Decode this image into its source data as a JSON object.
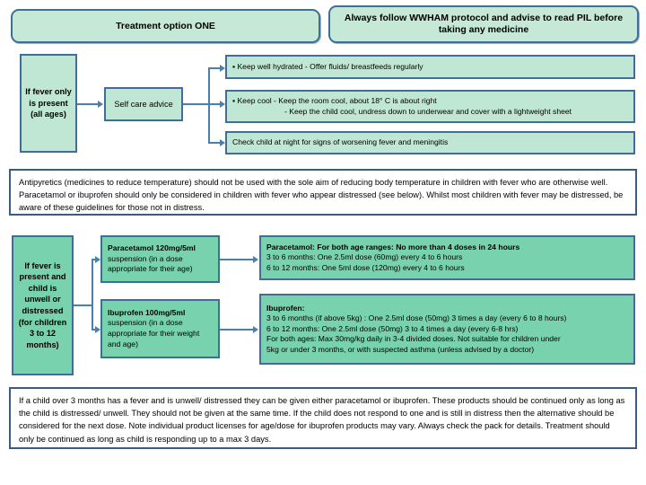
{
  "header": {
    "treatment_option": "Treatment option ONE",
    "wwham_notice": "Always follow WWHAM protocol and advise to read PIL before taking any medicine"
  },
  "flow_top": {
    "condition": "If fever only is present (all ages)",
    "action": "Self care advice",
    "advice": [
      {
        "bullet": "▪",
        "line1": "Keep well hydrated - Offer fluids/ breastfeeds regularly",
        "line2": ""
      },
      {
        "bullet": "▪",
        "line1": "Keep cool - Keep the room cool, about 18° C is about right",
        "line2": "- Keep the child cool, undress down to underwear and cover with a lightweight sheet"
      },
      {
        "bullet": "",
        "line1": "Check child at night for signs of worsening fever and meningitis",
        "line2": ""
      }
    ]
  },
  "antipyretics_note": "Antipyretics (medicines to reduce temperature) should not be used with the sole aim of reducing body temperature in children with fever who are otherwise well.  Paracetamol or ibuprofen should only be considered in children with fever who appear distressed (see below). Whilst most children with fever may be distressed, be aware of these guidelines for those not in distress.",
  "flow_bottom": {
    "condition": "If fever is present and child is unwell or distressed (for children 3 to 12 months)",
    "medicines": [
      {
        "name": "Paracetamol",
        "strength": "120mg/5ml",
        "detail": "suspension (in a dose appropriate for their age)"
      },
      {
        "name": "Ibuprofen",
        "strength": "100mg/5ml",
        "detail": "suspension (in a dose appropriate for their weight and age)"
      }
    ],
    "dosing": [
      {
        "title": "Paracetamol:",
        "lines": [
          "Paracetamol: For both age ranges: No more than 4 doses in 24 hours",
          "3 to 6 months: One 2.5ml dose (60mg) every 4 to 6 hours",
          "6 to 12 months: One 5ml dose (120mg) every 4 to 6 hours"
        ]
      },
      {
        "title": "Ibuprofen:",
        "lines": [
          "Ibuprofen:",
          "3 to 6 months (if above 5kg) : One 2.5ml dose (50mg) 3 times a day (every 6 to 8 hours)",
          "6 to 12 months: One 2.5ml dose (50mg) 3 to 4 times a day (every 6-8 hrs)",
          "For both ages: Max 30mg/kg daily in 3-4 divided doses. Not suitable for children under",
          "5kg or under 3 months, or with suspected asthma (unless advised by a doctor)"
        ]
      }
    ]
  },
  "footer_note": "If a child over 3 months has a fever and is unwell/ distressed they can be given either paracetamol or ibuprofen. These products should be continued only as long as the child is distressed/ unwell. They should not be given at the same time. If the child does not respond to one and is still in distress then the alternative should be considered for the next dose. Note individual product licenses for age/dose for ibuprofen products may vary. Always check the pack for details. Treatment should only be continued as long as child is responding up to a max 3 days.",
  "colors": {
    "mint_light": "#c6e8d6",
    "mint": "#bfe7d3",
    "green": "#79d2ae",
    "border_blue": "#3f6e99",
    "panel_border": "#3c5b7e",
    "connector": "#4a7fae"
  }
}
